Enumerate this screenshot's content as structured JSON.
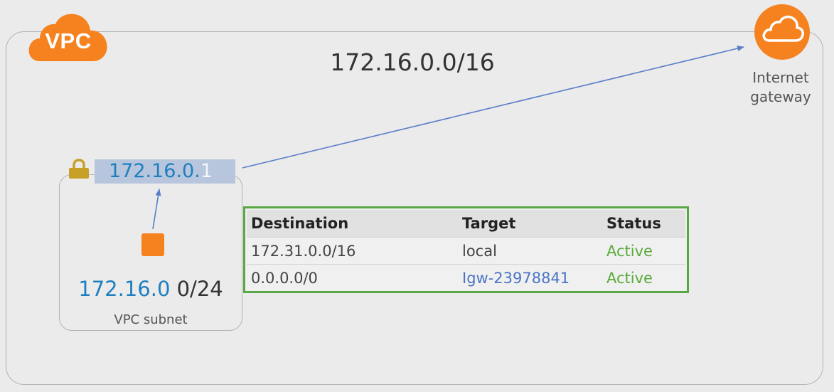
{
  "vpc": {
    "label": "VPC",
    "cidr": "172.16.0.0/16"
  },
  "internet_gateway": {
    "label_line1": "Internet",
    "label_line2": "gateway"
  },
  "subnet": {
    "ip_network_part": "172.16.0.",
    "ip_host_part": "1",
    "cidr_network": "172.16.0",
    "cidr_mask": " 0/24",
    "label": "VPC subnet"
  },
  "route_table": {
    "headers": {
      "destination": "Destination",
      "target": "Target",
      "status": "Status"
    },
    "rows": [
      {
        "destination": "172.31.0.0/16",
        "target": "local",
        "status": "Active"
      },
      {
        "destination": "0.0.0.0/0",
        "target": "Igw-23978841",
        "status": "Active"
      }
    ]
  },
  "colors": {
    "aws_orange": "#f5821f",
    "ip_blue": "#1e7fc0",
    "ip_badge_bg": "#b7c6dc",
    "lock_gold": "#c8a028",
    "route_table_border": "#59a845",
    "status_active": "#5aaa3c",
    "target_link": "#4a74c4",
    "arrow": "#5a7ec8"
  },
  "icons": {
    "vpc": "cloud-badge-icon",
    "internet_gateway": "cloud-circle-icon",
    "subnet_lock": "lock-icon",
    "instance": "instance-square-icon"
  }
}
